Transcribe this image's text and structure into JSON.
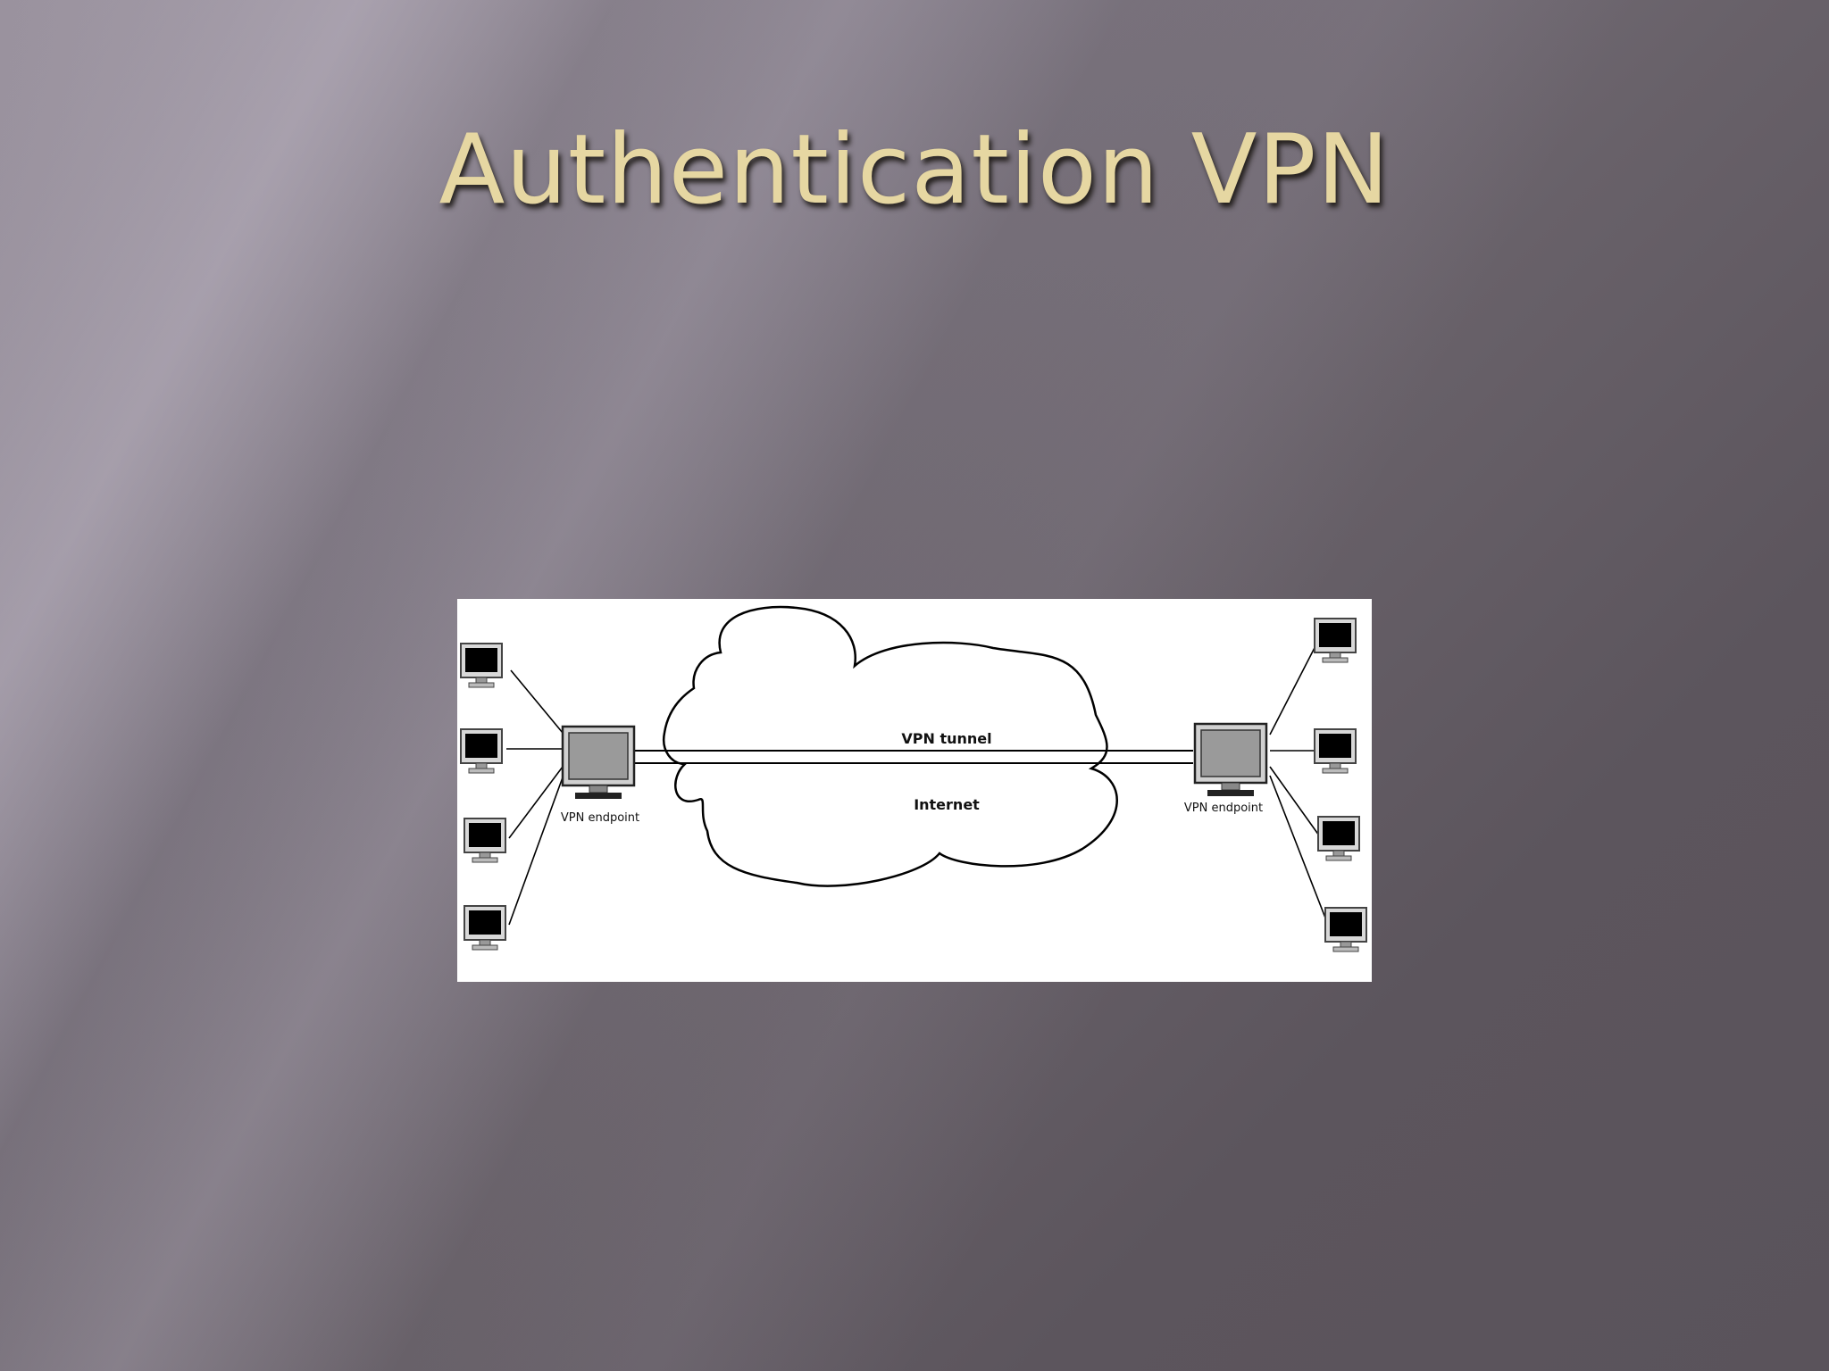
{
  "slide": {
    "title": "Authentication VPN"
  },
  "diagram": {
    "tunnel_label": "VPN tunnel",
    "internet_label": "Internet",
    "left_endpoint_label": "VPN endpoint",
    "right_endpoint_label": "VPN endpoint"
  }
}
